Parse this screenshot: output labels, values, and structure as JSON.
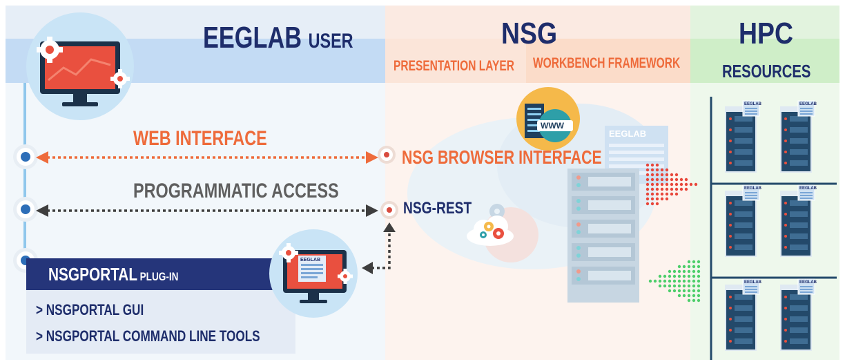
{
  "columns": {
    "user": {
      "title_main": "EEGLAB",
      "title_suffix": "USER"
    },
    "nsg": {
      "title": "NSG",
      "band_left": "PRESENTATION LAYER",
      "band_right": "WORKBENCH FRAMEWORK",
      "browser_interface": "NSG BROWSER INTERFACE",
      "rest": "NSG-REST",
      "www_label": "WWW",
      "doc_label": "EEGLAB"
    },
    "hpc": {
      "title": "HPC",
      "subtitle": "RESOURCES",
      "server_label": "EEGLAB"
    }
  },
  "connections": {
    "web": "WEB INTERFACE",
    "programmatic": "PROGRAMMATIC ACCESS"
  },
  "plugin": {
    "name": "NSGPORTAL",
    "suffix": "PLUG-IN",
    "monitor_label": "EEGLAB",
    "items": [
      "> NSGPORTAL GUI",
      "> NSGPORTAL COMMAND LINE TOOLS"
    ]
  },
  "colors": {
    "navy": "#1e2d6b",
    "orange": "#ee6b3b",
    "gray": "#5f5f5f",
    "user_band": "#c3dbf4",
    "nsg_band": "#fbe5d9",
    "hpc_band": "#cfeec8",
    "server": "#23496a",
    "green_arrow": "#4cce6a",
    "red_arrow": "#e8463a"
  },
  "icons": {
    "user_monitor": "monitor-with-gears-icon",
    "plugin_monitor": "monitor-with-document-icon",
    "www": "web-server-globe-icon",
    "cloud": "cloud-gears-icon",
    "rack": "server-rack-icon",
    "hpc": "server-cluster-icon"
  }
}
